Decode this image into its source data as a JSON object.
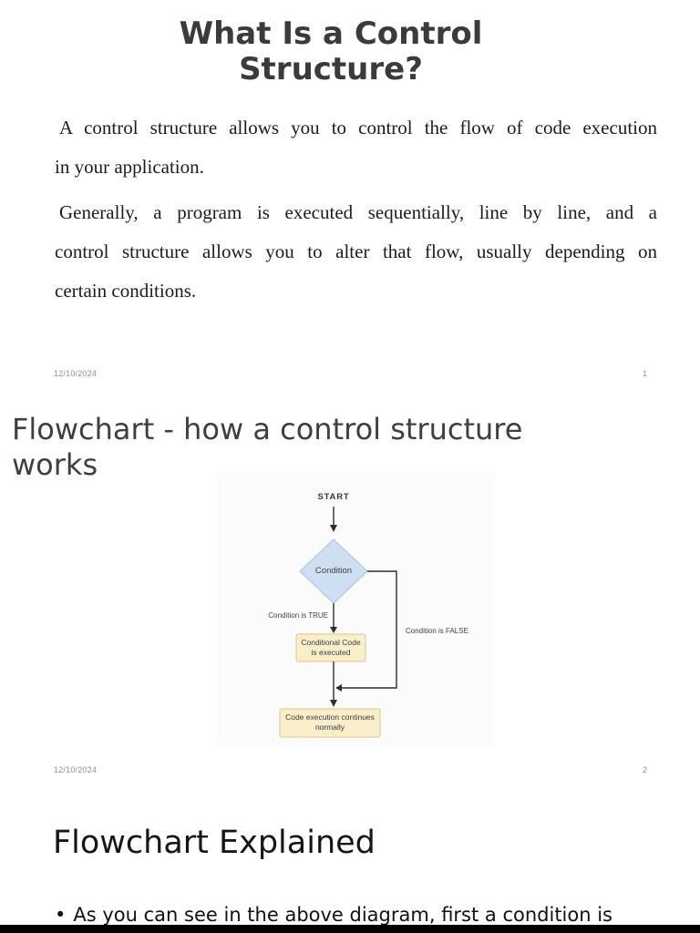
{
  "slide1": {
    "title": "What Is a Control Structure?",
    "paragraph1_lines": [
      "A control structure allows you to control the flow of code execution",
      "in your application."
    ],
    "paragraph2_lines": [
      "Generally, a program is executed sequentially, line by line, and a",
      "control structure allows you to alter that flow, usually depending on",
      "certain conditions."
    ],
    "footer_date": "12/10/2024",
    "page_number": "1"
  },
  "slide2": {
    "title": "Flowchart - how a control structure works",
    "flowchart": {
      "start_label": "START",
      "condition_label": "Condition",
      "true_branch_label": "Condition is TRUE",
      "false_branch_label": "Condition is FALSE",
      "conditional_box_lines": [
        "Conditional Code",
        "is executed"
      ],
      "end_box_lines": [
        "Code execution continues",
        "normally"
      ],
      "colors": {
        "diamond_fill": "#cfdff2",
        "diamond_border": "#a9c2de",
        "box_fill": "#fbeecb",
        "box_border": "#d9c58e",
        "line_color": "#2e2e2e"
      }
    },
    "footer_date": "12/10/2024",
    "page_number": "2"
  },
  "slide3": {
    "title": "Flowchart Explained",
    "bullet_char": "•",
    "bullet_text": "As you can see in the above diagram, first a condition is"
  },
  "page": {
    "background": "#ffffff",
    "bottom_bar_color": "#010101"
  }
}
